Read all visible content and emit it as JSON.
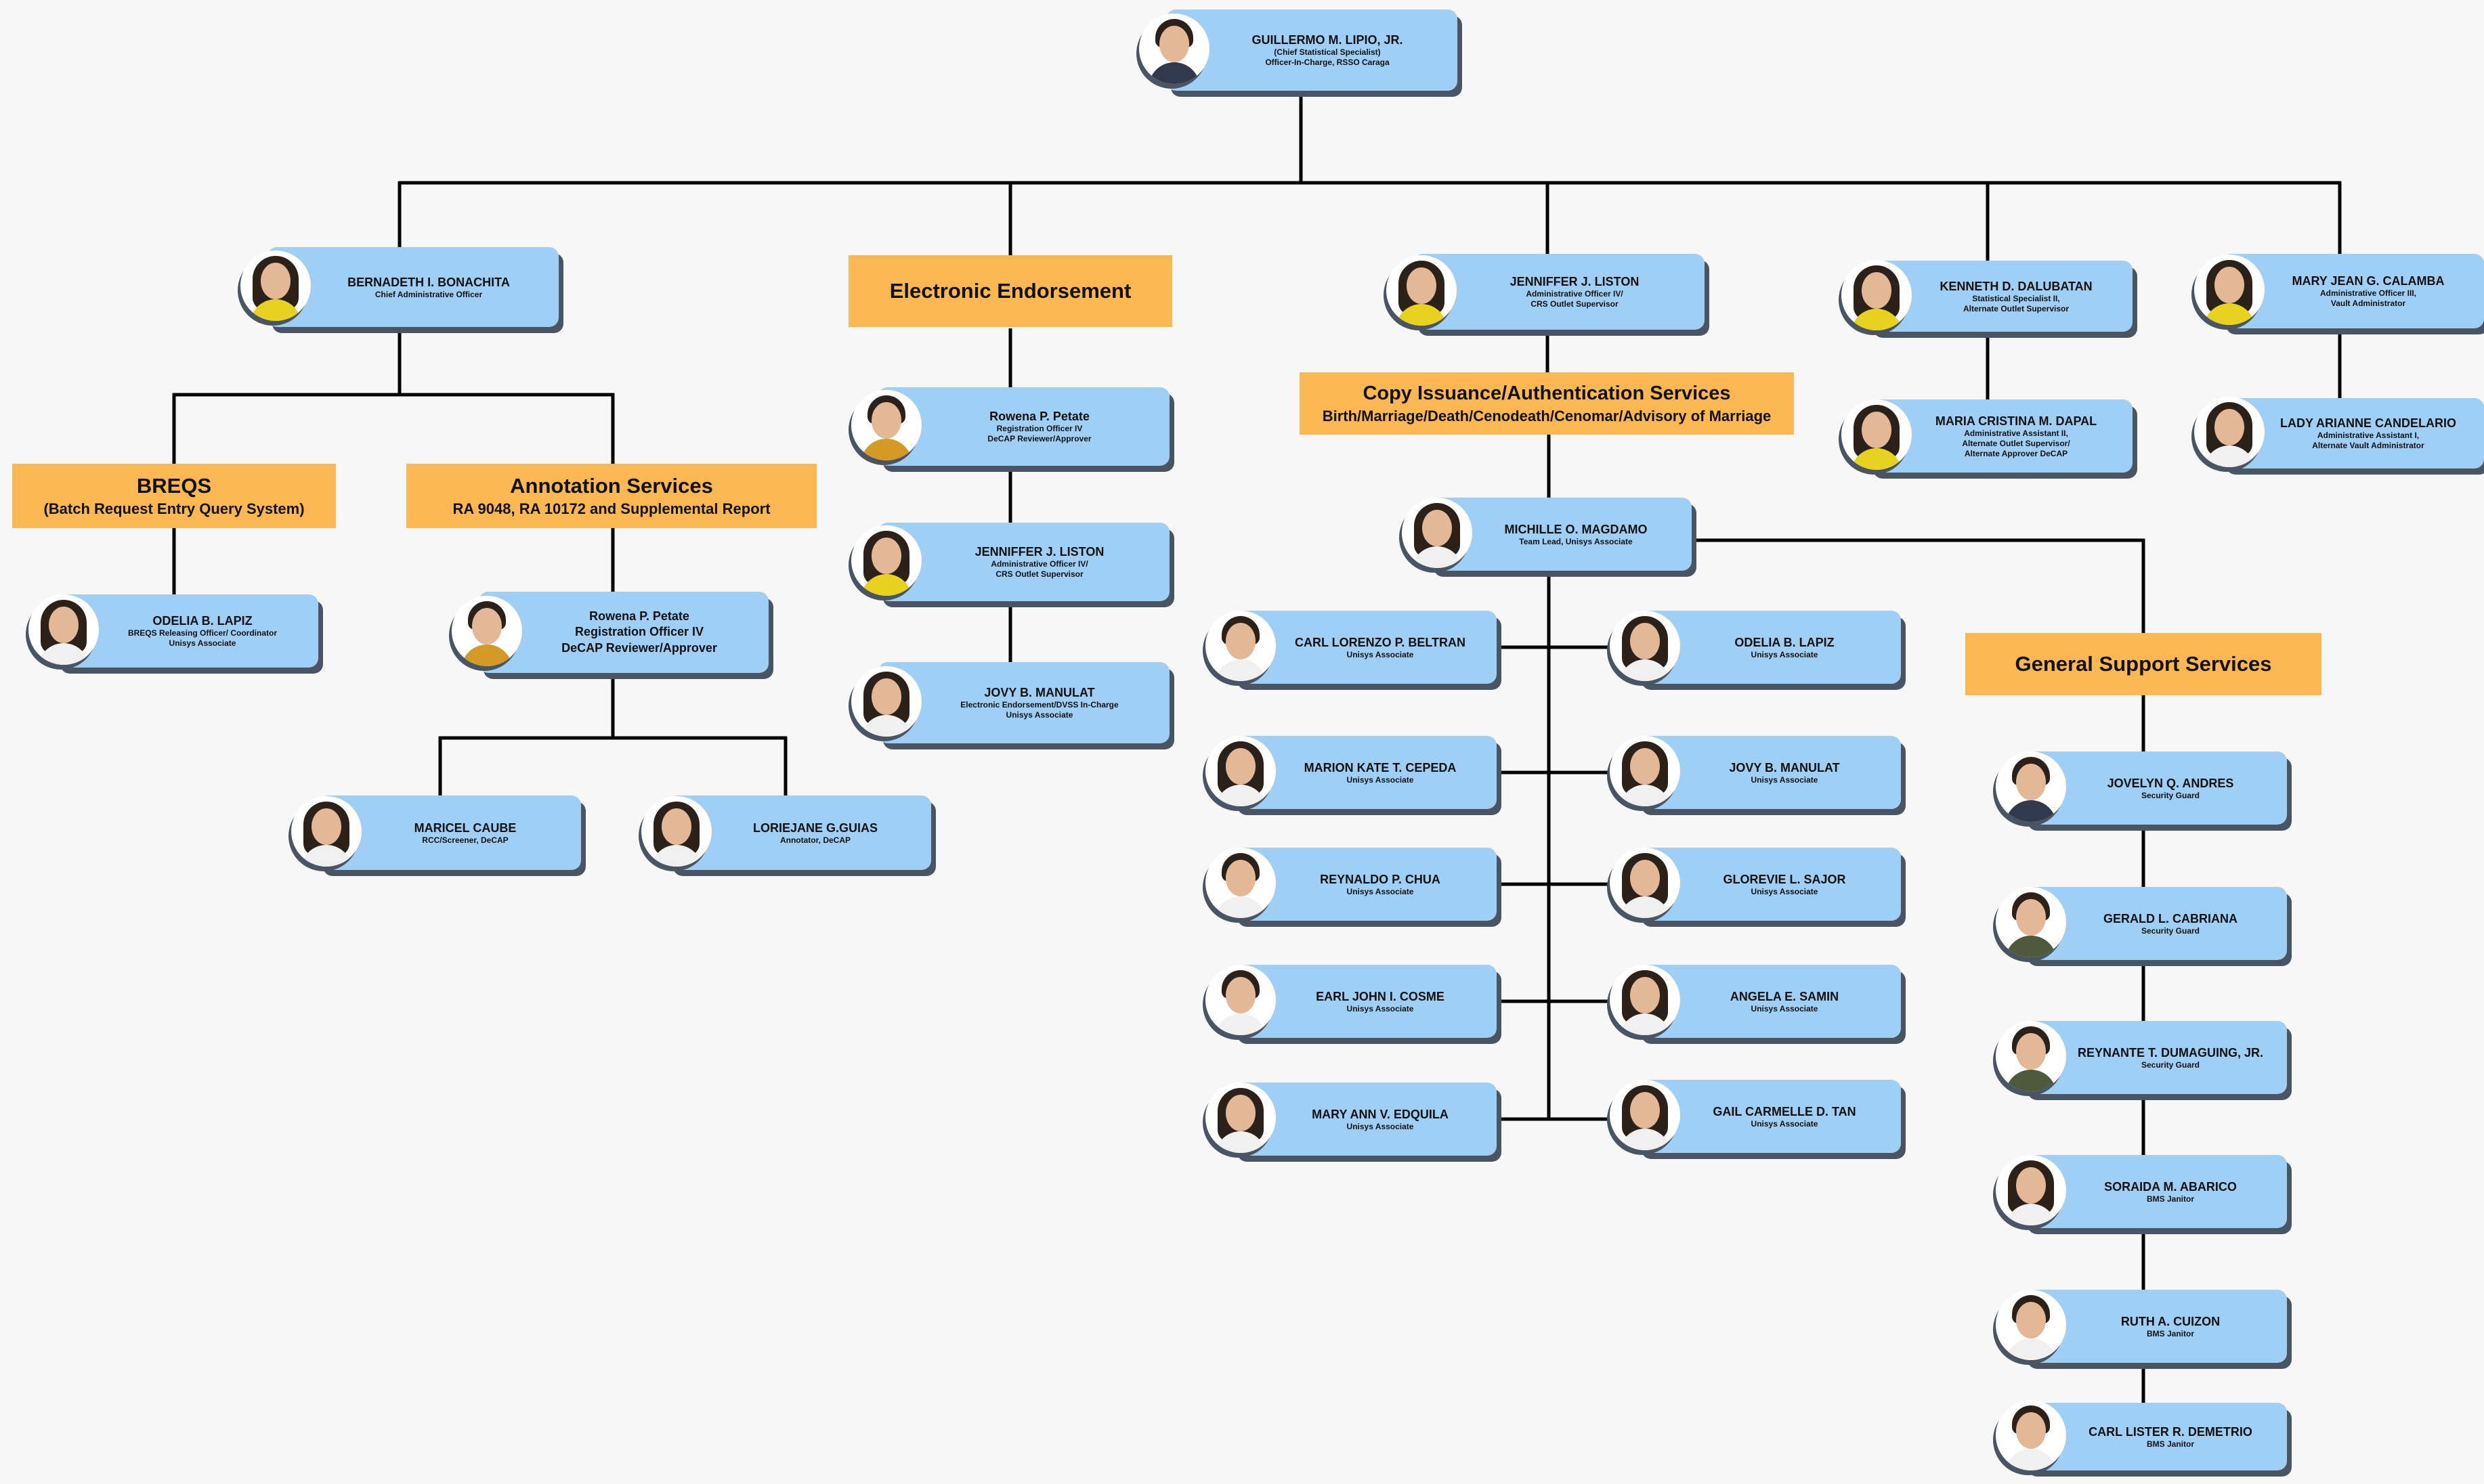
{
  "headers": {
    "electronic": {
      "title": "Electronic Endorsement"
    },
    "copy": {
      "title": "Copy Issuance/Authentication Services",
      "subtitle": "Birth/Marriage/Death/Cenodeath/Cenomar/Advisory of Marriage"
    },
    "breqs": {
      "title": "BREQS",
      "subtitle": "(Batch Request Entry Query System)"
    },
    "annotation": {
      "title": "Annotation Services",
      "subtitle": "RA 9048, RA 10172 and Supplemental Report"
    },
    "general": {
      "title": "General Support Services"
    }
  },
  "people": {
    "lipio": {
      "name": "GUILLERMO M. LIPIO, JR.",
      "l1": "(Chief Statistical Specialist)",
      "l2": "Officer-In-Charge, RSSO Caraga"
    },
    "bonachita": {
      "name": "BERNADETH I. BONACHITA",
      "l1": "Chief Administrative Officer"
    },
    "liston_top": {
      "name": "JENNIFFER J. LISTON",
      "l1": "Administrative Officer IV/",
      "l2": "CRS Outlet Supervisor"
    },
    "dalubatan": {
      "name": "KENNETH D. DALUBATAN",
      "l1": "Statistical Specialist II,",
      "l2": "Alternate Outlet Supervisor"
    },
    "calamba": {
      "name": "MARY JEAN G. CALAMBA",
      "l1": "Administrative Officer III,",
      "l2": "Vault Administrator"
    },
    "dapal": {
      "name": "MARIA CRISTINA M. DAPAL",
      "l1": "Administrative Assistant II,",
      "l2": "Alternate Outlet Supervisor/",
      "l3": "Alternate Approver DeCAP"
    },
    "candelario": {
      "name": "LADY ARIANNE CANDELARIO",
      "l1": "Administrative Assistant I,",
      "l2": "Alternate Vault Administrator"
    },
    "petate_ee": {
      "name": "Rowena P. Petate",
      "l1": "Registration Officer IV",
      "l2": "DeCAP Reviewer/Approver"
    },
    "liston_ee": {
      "name": "JENNIFFER J. LISTON",
      "l1": "Administrative Officer IV/",
      "l2": "CRS Outlet Supervisor"
    },
    "manulat_ee": {
      "name": "JOVY B. MANULAT",
      "l1": "Electronic Endorsement/DVSS In-Charge",
      "l2": "Unisys Associate"
    },
    "lapiz_breqs": {
      "name": "ODELIA B. LAPIZ",
      "l1": "BREQS Releasing Officer/ Coordinator",
      "l2": "Unisys Associate"
    },
    "petate_ann": {
      "name": "Rowena P. Petate",
      "l1": "Registration Officer IV",
      "l2": "DeCAP Reviewer/Approver"
    },
    "caube": {
      "name": "MARICEL CAUBE",
      "l1": "RCC/Screener, DeCAP"
    },
    "guias": {
      "name": "LORIEJANE G.GUIAS",
      "l1": "Annotator, DeCAP"
    },
    "magdamo": {
      "name": "MICHILLE O. MAGDAMO",
      "l1": "Team Lead, Unisys Associate"
    },
    "beltran": {
      "name": "CARL LORENZO P. BELTRAN",
      "l1": "Unisys Associate"
    },
    "cepeda": {
      "name": "MARION KATE T. CEPEDA",
      "l1": "Unisys Associate"
    },
    "chua": {
      "name": "REYNALDO P. CHUA",
      "l1": "Unisys Associate"
    },
    "cosme": {
      "name": "EARL JOHN I. COSME",
      "l1": "Unisys Associate"
    },
    "edquila": {
      "name": "MARY ANN V. EDQUILA",
      "l1": "Unisys Associate"
    },
    "lapiz": {
      "name": "ODELIA B. LAPIZ",
      "l1": "Unisys Associate"
    },
    "manulat": {
      "name": "JOVY B. MANULAT",
      "l1": "Unisys Associate"
    },
    "sajor": {
      "name": "GLOREVIE L. SAJOR",
      "l1": "Unisys Associate"
    },
    "samin": {
      "name": "ANGELA E. SAMIN",
      "l1": "Unisys Associate"
    },
    "tan": {
      "name": "GAIL CARMELLE D. TAN",
      "l1": "Unisys Associate"
    },
    "andres": {
      "name": "JOVELYN Q. ANDRES",
      "l1": "Security Guard"
    },
    "cabriana": {
      "name": "GERALD L. CABRIANA",
      "l1": "Security Guard"
    },
    "dumaguing": {
      "name": "REYNANTE T. DUMAGUING, JR.",
      "l1": "Security Guard"
    },
    "abarico": {
      "name": "SORAIDA M. ABARICO",
      "l1": "BMS Janitor"
    },
    "cuizon": {
      "name": "RUTH A. CUIZON",
      "l1": "BMS Janitor"
    },
    "demetrio": {
      "name": "CARL LISTER R. DEMETRIO",
      "l1": "BMS Janitor"
    }
  },
  "colors": {
    "card": "#9fcff5",
    "card_shadow": "#4a5563",
    "header": "#fbb752",
    "line": "#000000",
    "background": "#f7f7f7"
  }
}
